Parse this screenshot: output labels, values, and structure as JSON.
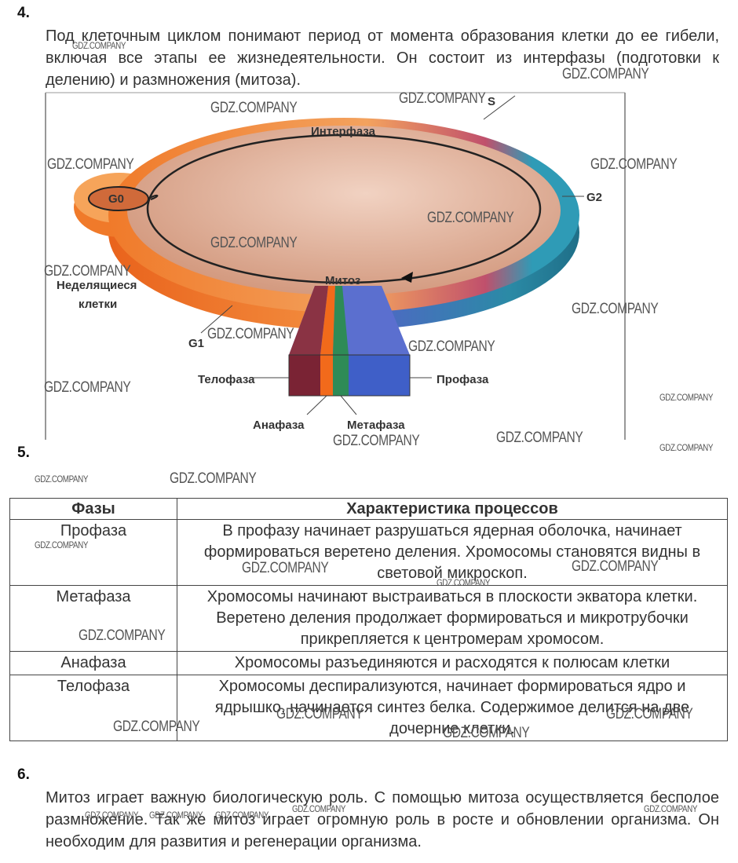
{
  "sec4": {
    "number": "4.",
    "text": "Под клеточным циклом понимают период от момента образования клетки до ее гибели, включая все этапы ее жизнедеятельности. Он состоит из интерфазы (подготовки к делению) и размножения (митоза)."
  },
  "diagram": {
    "labels": {
      "s": "S",
      "interphase": "Интерфаза",
      "g0": "G0",
      "g2": "G2",
      "g1": "G1",
      "mitosis": "Митоз",
      "nondividing_1": "Неделящиеся",
      "nondividing_2": "клетки",
      "telophase": "Телофаза",
      "prophase": "Профаза",
      "anaphase": "Анафаза",
      "metaphase": "Метафаза"
    },
    "colors": {
      "g1_orange": "#f07a2a",
      "s_pink": "#c0506c",
      "g2_teal": "#2f9bb6",
      "interior": "#d9a78f",
      "telophase": "#8a2a3a",
      "anaphase": "#f26a1b",
      "metaphase": "#2e8b57",
      "prophase": "#3f5fc8"
    }
  },
  "sec5": {
    "number": "5.",
    "headers": [
      "Фазы",
      "Характеристика процессов"
    ],
    "rows": [
      {
        "phase": "Профаза",
        "desc": "В профазу начинает разрушаться ядерная оболочка, начинает формироваться веретено деления. Хромосомы становятся видны в световой микроскоп."
      },
      {
        "phase": "Метафаза",
        "desc": "Хромосомы начинают выстраиваться в плоскости экватора клетки. Веретено деления продолжает формироваться и микротрубочки прикрепляется к центромерам хромосом."
      },
      {
        "phase": "Анафаза",
        "desc": "Хромосомы разъединяются и расходятся к полюсам клетки"
      },
      {
        "phase": "Телофаза",
        "desc": "Хромосомы деспирализуются, начинает формироваться ядро и ядрышко, начинается синтез белка. Содержимое делится на две дочерние клетки."
      }
    ]
  },
  "sec6": {
    "number": "6.",
    "text": "Митоз играет важную биологическую роль. С помощью митоза осуществляется бесполое размножение. Так же митоз играет огромную роль в росте и обновлении организма. Он необходим для развития и регенерации организма."
  },
  "watermark": "GDZ.COMPANY"
}
